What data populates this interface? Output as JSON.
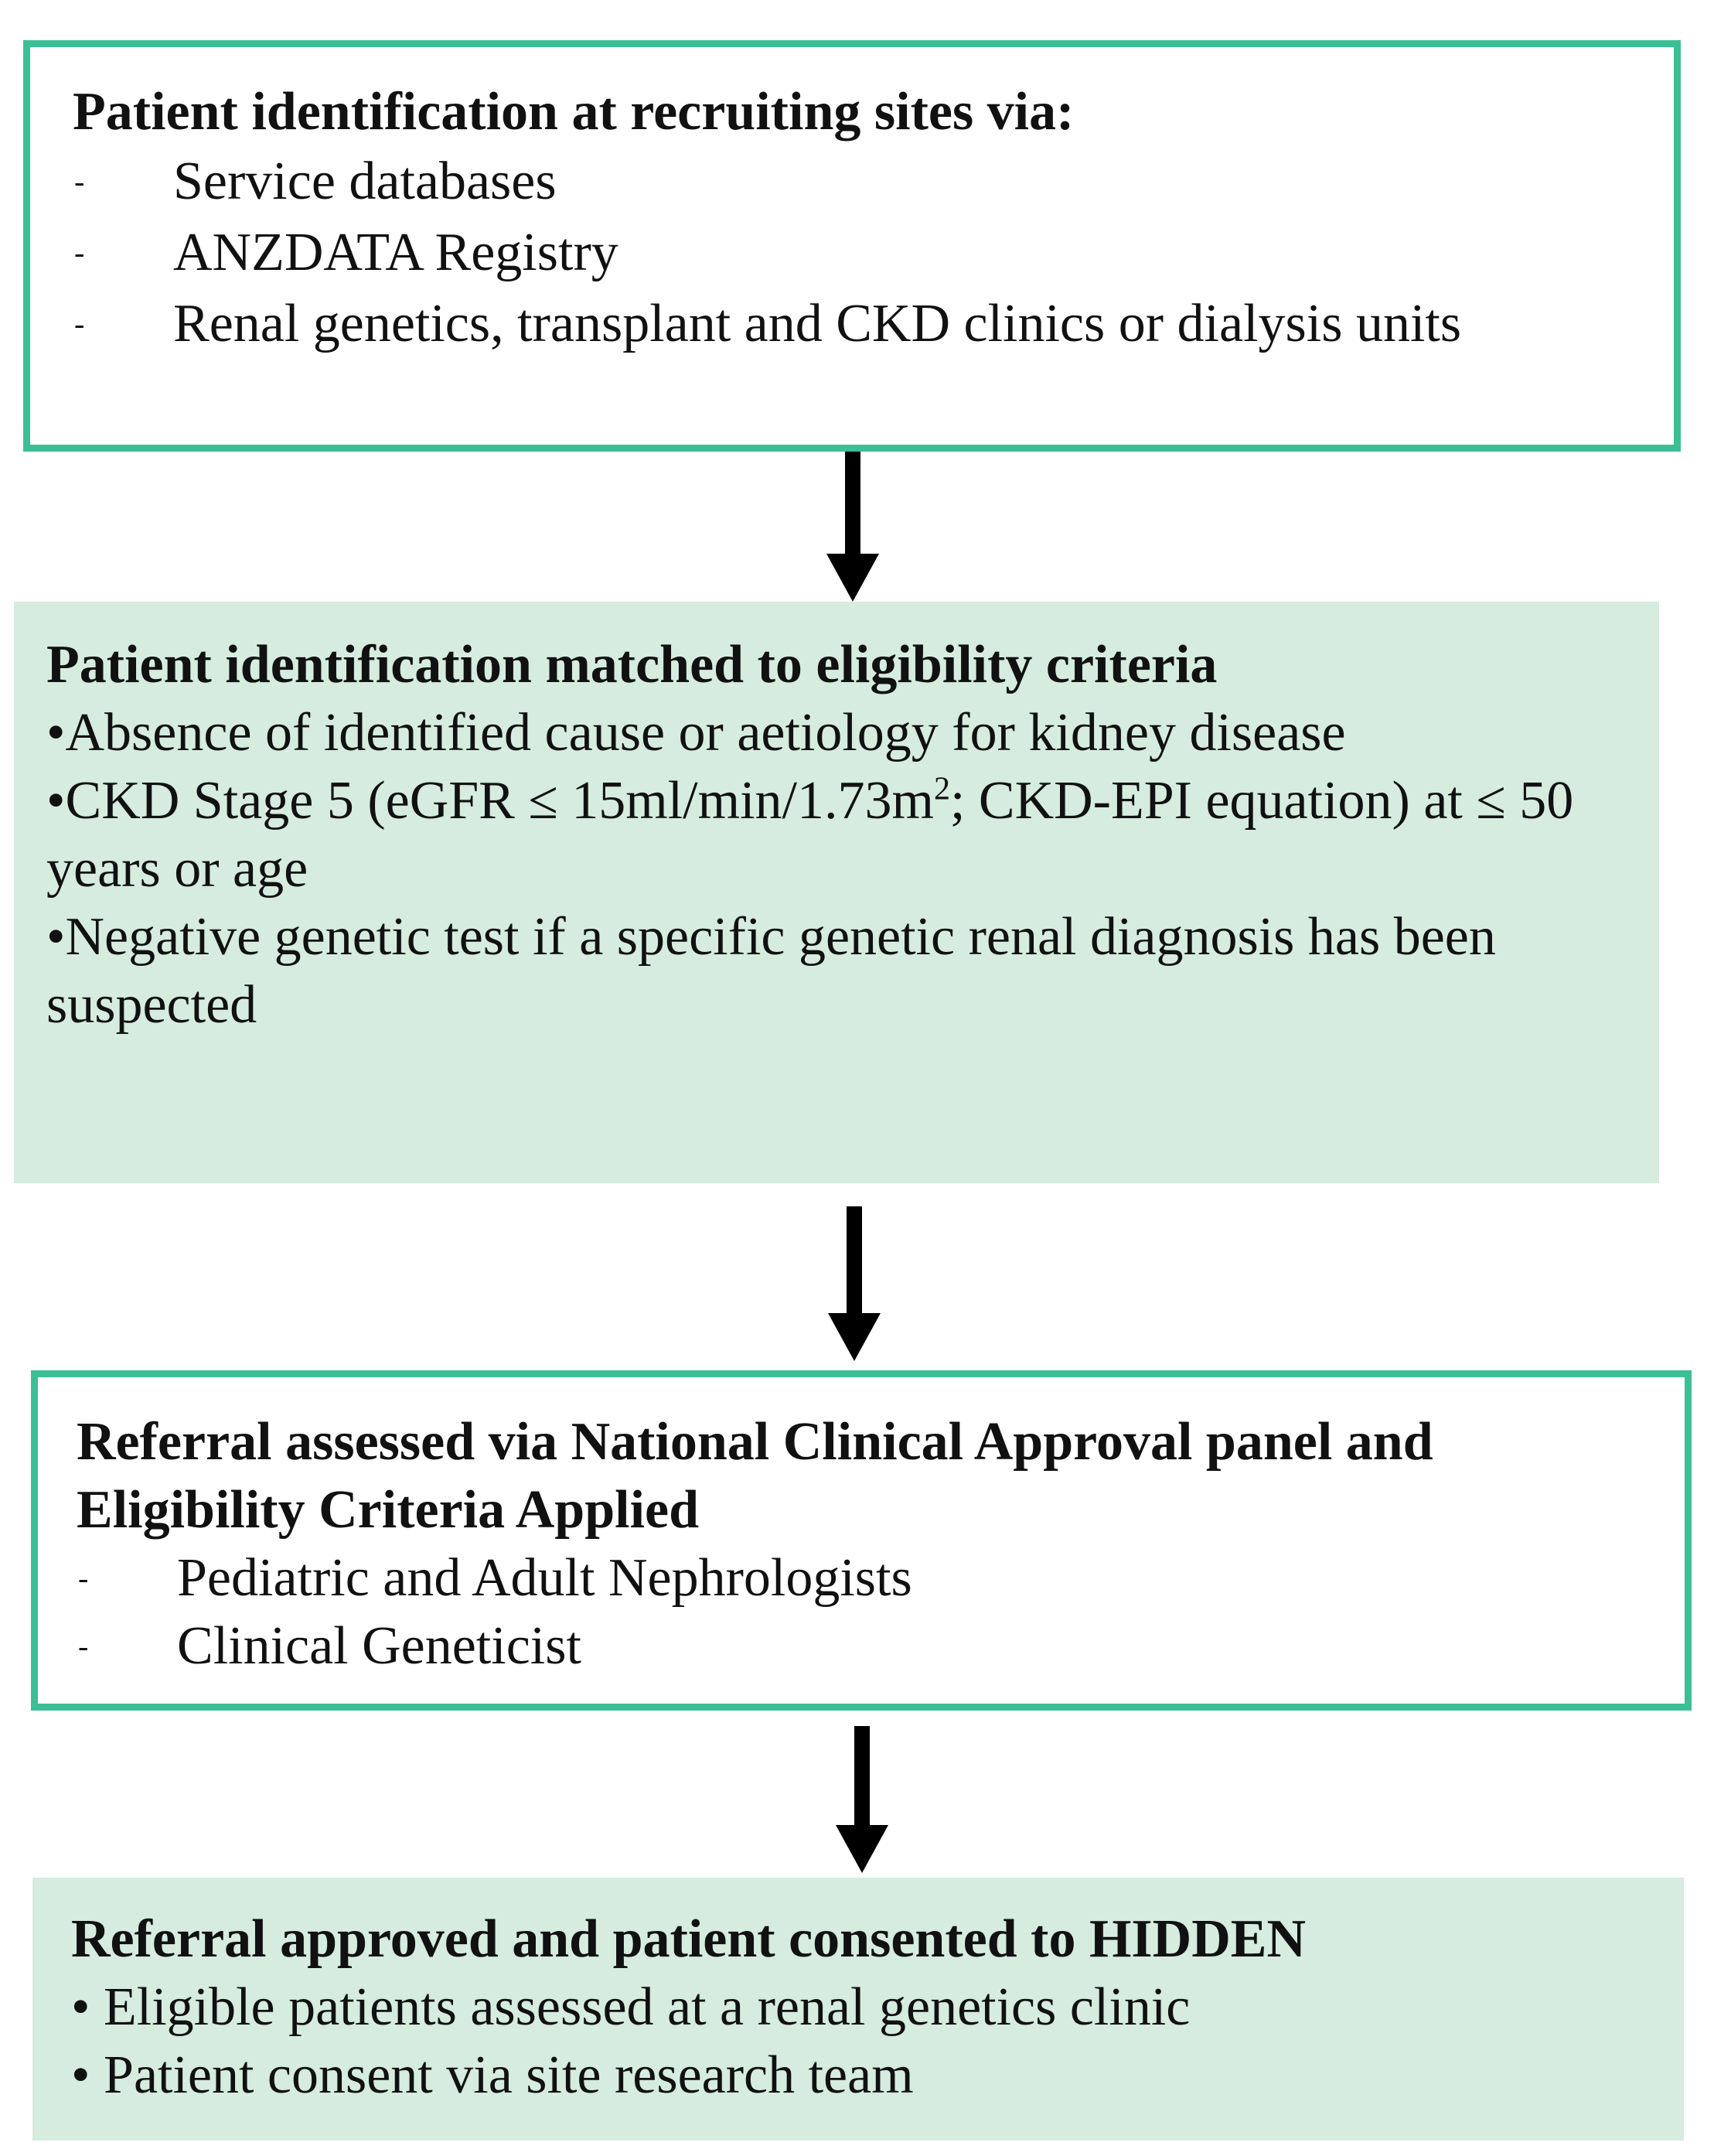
{
  "flowchart": {
    "box1": {
      "title": "Patient identification at recruiting sites via:",
      "items": [
        "Service databases",
        "ANZDATA Registry",
        "Renal genetics, transplant and CKD clinics or dialysis units"
      ]
    },
    "box2": {
      "title": "Patient identification matched to eligibility criteria",
      "items": [
        "•Absence of identified cause or aetiology for kidney disease",
        "•CKD Stage 5 (eGFR ≤ 15ml/min/1.73m",
        "; CKD-EPI equation) at ≤ 50 years or age",
        "•Negative genetic test if a specific genetic renal diagnosis has been suspected"
      ],
      "superscript": "2"
    },
    "box3": {
      "title": "Referral assessed via National Clinical Approval panel and Eligibility Criteria Applied",
      "items": [
        "Pediatric and Adult Nephrologists",
        "Clinical Geneticist"
      ]
    },
    "box4": {
      "title": "Referral approved and patient consented to HIDDEN",
      "items": [
        "• Eligible patients assessed at a renal genetics clinic",
        "• Patient consent via site research team"
      ]
    },
    "colors": {
      "outline_border": "#3cbf96",
      "filled_background": "#d5ecdf",
      "arrow": "#000000"
    }
  }
}
